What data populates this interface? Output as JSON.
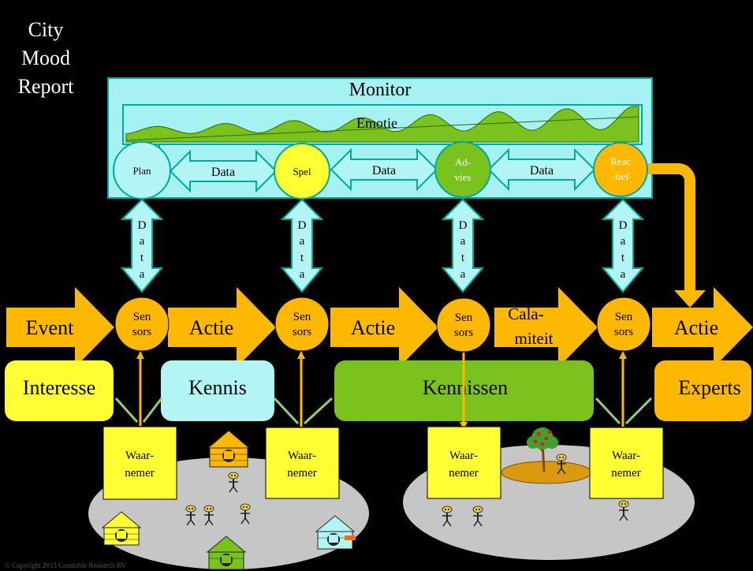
{
  "title_lines": [
    "City",
    "Mood",
    "Report"
  ],
  "monitor": {
    "title": "Monitor",
    "emotion_label": "Emotie"
  },
  "nodes": {
    "plan": "Plan",
    "spel": "Spel",
    "advies": [
      "Ad-",
      "vies"
    ],
    "reactief": [
      "Reac",
      "-tief"
    ]
  },
  "data_label": "Data",
  "data_vertical_letters": [
    "D",
    "a",
    "t",
    "a"
  ],
  "sensor_label": [
    "Sen",
    "sors"
  ],
  "flow_arrows": [
    {
      "text": [
        "Event"
      ]
    },
    {
      "text": [
        "Actie"
      ]
    },
    {
      "text": [
        "Actie"
      ]
    },
    {
      "text": [
        "Cala-",
        "miteit"
      ]
    },
    {
      "text": [
        "Actie"
      ]
    }
  ],
  "groups": [
    "Interesse",
    "Kennis",
    "Kennissen",
    "Experts"
  ],
  "observer_label": [
    "Waar-",
    "nemer"
  ],
  "copyright": "© Copyright 2013 Constable Research BV",
  "colors": {
    "background": "#000000",
    "panel": "#a6f2f2",
    "panel_border": "#00aa99",
    "orange": "#ffb800",
    "yellow": "#ffff33",
    "light_cyan": "#b3f5f5",
    "green": "#7ac21e",
    "grey": "#c6c6c6",
    "emotion_green": "#7cc21e"
  }
}
